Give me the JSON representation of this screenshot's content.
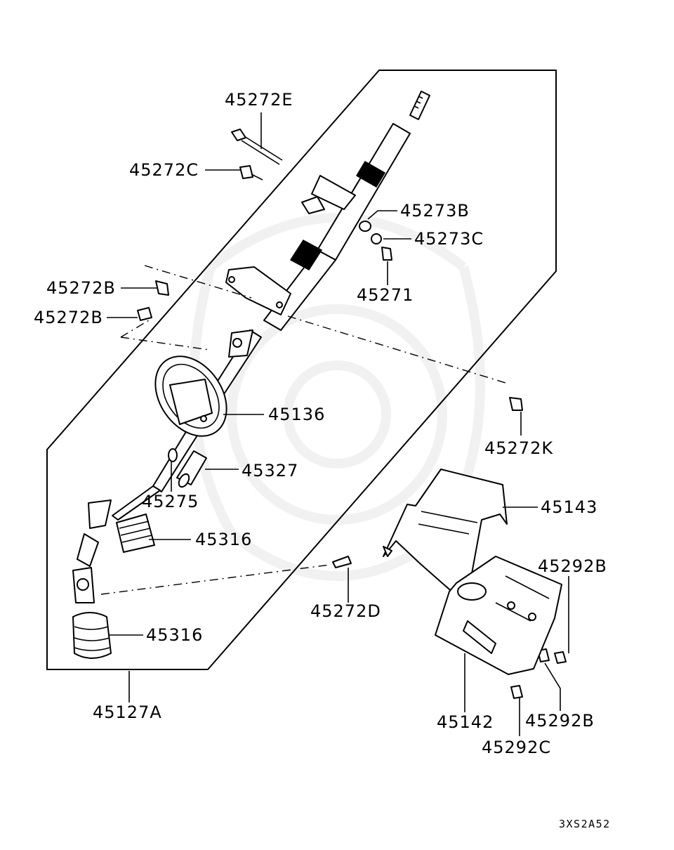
{
  "diagram_code": "3XS2A52",
  "labels": {
    "p45272E": "45272E",
    "p45272C_top": "45272C",
    "p45273B": "45273B",
    "p45273C": "45273C",
    "p45271": "45271",
    "p45272B_a": "45272B",
    "p45272B_b": "45272B",
    "p45136": "45136",
    "p45272K": "45272K",
    "p45327": "45327",
    "p45275": "45275",
    "p45143": "45143",
    "p45316_a": "45316",
    "p45292B_a": "45292B",
    "p45272D": "45272D",
    "p45316_b": "45316",
    "p45127A": "45127A",
    "p45142": "45142",
    "p45292B_b": "45292B",
    "p45292C": "45292C"
  }
}
